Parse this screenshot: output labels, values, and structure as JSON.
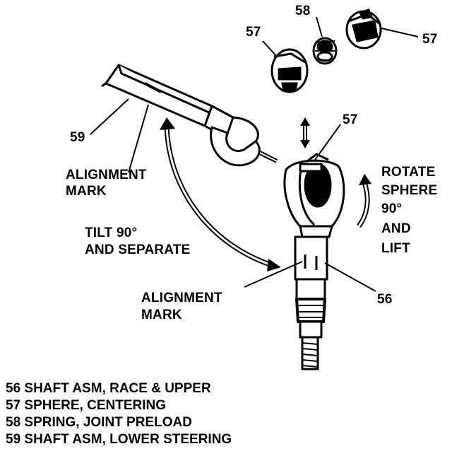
{
  "callouts": {
    "c57_left": "57",
    "c58": "58",
    "c57_right": "57",
    "c57_center": "57",
    "c59": "59",
    "c56": "56"
  },
  "labels": {
    "alignment_mark_upper_1": "ALIGNMENT",
    "alignment_mark_upper_2": "MARK",
    "tilt_1": "TILT 90°",
    "tilt_2": "AND SEPARATE",
    "alignment_mark_lower_1": "ALIGNMENT",
    "alignment_mark_lower_2": "MARK",
    "rotate_1": "ROTATE",
    "rotate_2": "SPHERE",
    "rotate_3": "90°",
    "rotate_4": "AND",
    "rotate_5": "LIFT"
  },
  "legend": [
    "56 SHAFT ASM, RACE & UPPER",
    "57 SPHERE, CENTERING",
    "58 SPRING, JOINT PRELOAD",
    "59 SHAFT ASM, LOWER STEERING"
  ]
}
